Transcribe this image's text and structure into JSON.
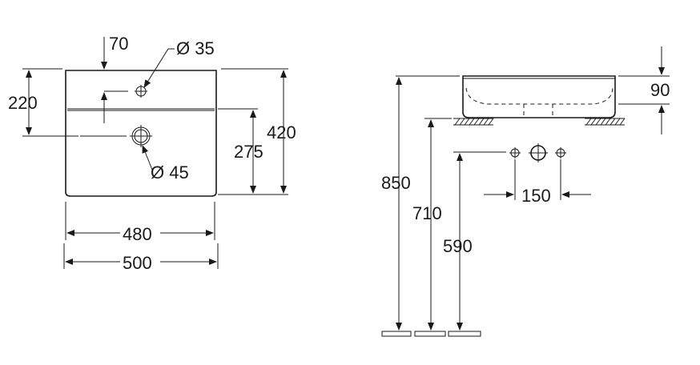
{
  "plan_view": {
    "tap_offset": "70",
    "tap_hole": "Ø 35",
    "depth_to_drain": "220",
    "drain_hole": "Ø 45",
    "depth_to_ledge": "275",
    "total_depth": "420",
    "inner_width": "480",
    "total_width": "500"
  },
  "side_view": {
    "basin_height": "90",
    "mounting_height": "850",
    "counter_height": "710",
    "tap_height": "590",
    "tap_spacing": "150"
  }
}
